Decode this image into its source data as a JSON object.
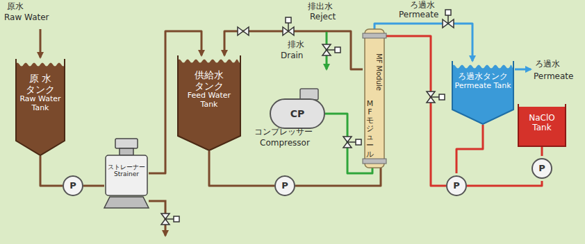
{
  "diagram": {
    "nodes": [
      {
        "text": [
          "原 水",
          "タンク",
          "Raw Water Tank"
        ]
      },
      {
        "text": [
          "P"
        ]
      },
      {
        "text": [
          "ストレーナー",
          "Strainer"
        ]
      },
      {
        "text": [
          "供給水",
          "タンク",
          "Feed Water Tank"
        ]
      },
      {
        "text": [
          "P"
        ]
      },
      {
        "text": [
          "CP"
        ]
      },
      {
        "text": [
          "MFモジュール",
          "MF Module"
        ]
      },
      {
        "text": [
          "ろ過水タンク",
          "Permeate Tank"
        ]
      },
      {
        "text": [
          "P"
        ]
      },
      {
        "text": [
          "NaClO Tank"
        ]
      },
      {
        "text": [
          "P"
        ]
      }
    ],
    "edges": [
      {
        "from": 0,
        "to": 1,
        "arrow": "none"
      },
      {
        "from": 1,
        "to": 2,
        "arrow": "none"
      },
      {
        "from": 2,
        "to": 3,
        "arrow": "to"
      },
      {
        "from": 3,
        "to": 4,
        "arrow": "none"
      },
      {
        "from": 4,
        "to": 6,
        "arrow": "none"
      },
      {
        "from": 6,
        "to": 3,
        "arrow": "to"
      },
      {
        "from": 6,
        "to": 7,
        "arrow": "to"
      },
      {
        "from": 7,
        "to": 8,
        "arrow": "none"
      },
      {
        "from": 8,
        "to": 6,
        "arrow": "none"
      },
      {
        "from": 9,
        "to": 10,
        "arrow": "none"
      },
      {
        "from": 10,
        "to": 8,
        "arrow": "none"
      },
      {
        "from": 5,
        "to": 6,
        "arrow": "none"
      }
    ],
    "labels": [
      "原水",
      "Raw Water",
      "排出水",
      "Reject",
      "ろ過水",
      "Permeate",
      "排水",
      "Drain",
      "コンプレッサー",
      "Compressor",
      "ろ過水",
      "Permeate"
    ]
  }
}
